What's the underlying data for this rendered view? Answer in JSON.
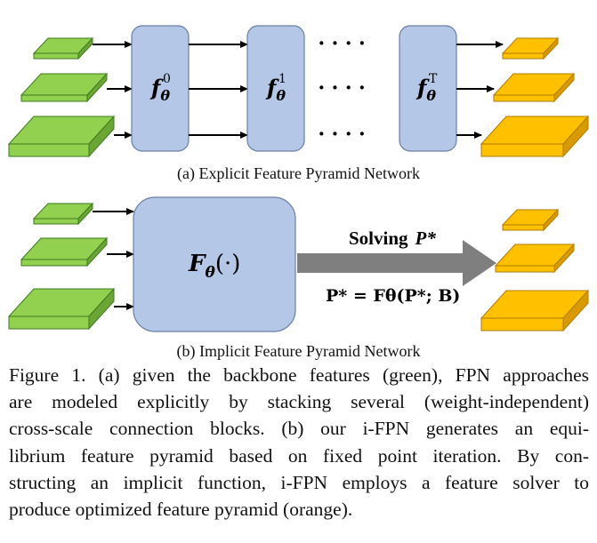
{
  "panel_a": {
    "blocks": [
      {
        "base": "f",
        "sub": "θ",
        "sup": "0"
      },
      {
        "base": "f",
        "sub": "θ",
        "sup": "1"
      },
      {
        "base": "f",
        "sub": "θ",
        "sup": "T"
      }
    ],
    "dots": "· · · ·",
    "caption": "(a) Explicit Feature Pyramid Network"
  },
  "panel_b": {
    "block": {
      "base": "F",
      "sub": "θ",
      "arg": "(·)"
    },
    "arrow_top_label": "Solving",
    "arrow_top_math": "P*",
    "arrow_bottom_label": "P* = Fθ(P*; B)",
    "caption": "(b) Implicit Feature Pyramid Network"
  },
  "figure_caption": [
    "Figure 1. (a) given the backbone features (green), FPN approaches",
    "are modeled explicitly by stacking several (weight-independent)",
    "cross-scale connection blocks.  (b) our i-FPN generates an equi-",
    "librium feature pyramid based on fixed point iteration.  By con-",
    "structing an implicit function, i-FPN employs a feature solver to",
    "produce optimized feature pyramid (orange)."
  ],
  "colors": {
    "green_top": "#92d050",
    "green_side": "#6aa536",
    "green_stroke": "#3f7a1f",
    "orange_top": "#ffc000",
    "orange_side": "#d99a00",
    "orange_stroke": "#b07b00",
    "block_fill": "#b4c7e7",
    "block_stroke": "#6a7ea6",
    "arrow_gray": "#7f7f7f"
  }
}
